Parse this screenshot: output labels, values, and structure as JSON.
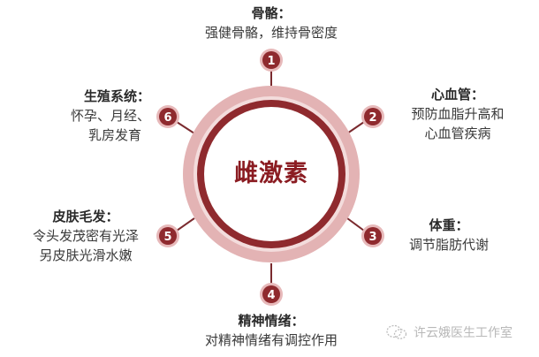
{
  "center": {
    "label": "雌激素"
  },
  "colors": {
    "dark_red": "#8f2a2e",
    "light_pink": "#e3b3b4",
    "badge_halo": "#e7b9ba",
    "connector": "#7a2a2e",
    "center_text": "#8b1c22"
  },
  "nodes": [
    {
      "number": "1",
      "title": "骨骼：",
      "lines": [
        "强健骨骼，维持骨密度"
      ]
    },
    {
      "number": "2",
      "title": "心血管：",
      "lines": [
        "预防血脂升高和",
        "心血管疾病"
      ]
    },
    {
      "number": "3",
      "title": "体重：",
      "lines": [
        "调节脂肪代谢"
      ]
    },
    {
      "number": "4",
      "title": "精神情绪：",
      "lines": [
        "对精神情绪有调控作用"
      ]
    },
    {
      "number": "5",
      "title": "皮肤毛发：",
      "lines": [
        "令头发茂密有光泽",
        "另皮肤光滑水嫩"
      ]
    },
    {
      "number": "6",
      "title": "生殖系统：",
      "lines": [
        "怀孕、月经、",
        "乳房发育"
      ]
    }
  ],
  "watermark": {
    "icon": "wechat-icon",
    "text": "许云娥医生工作室"
  }
}
